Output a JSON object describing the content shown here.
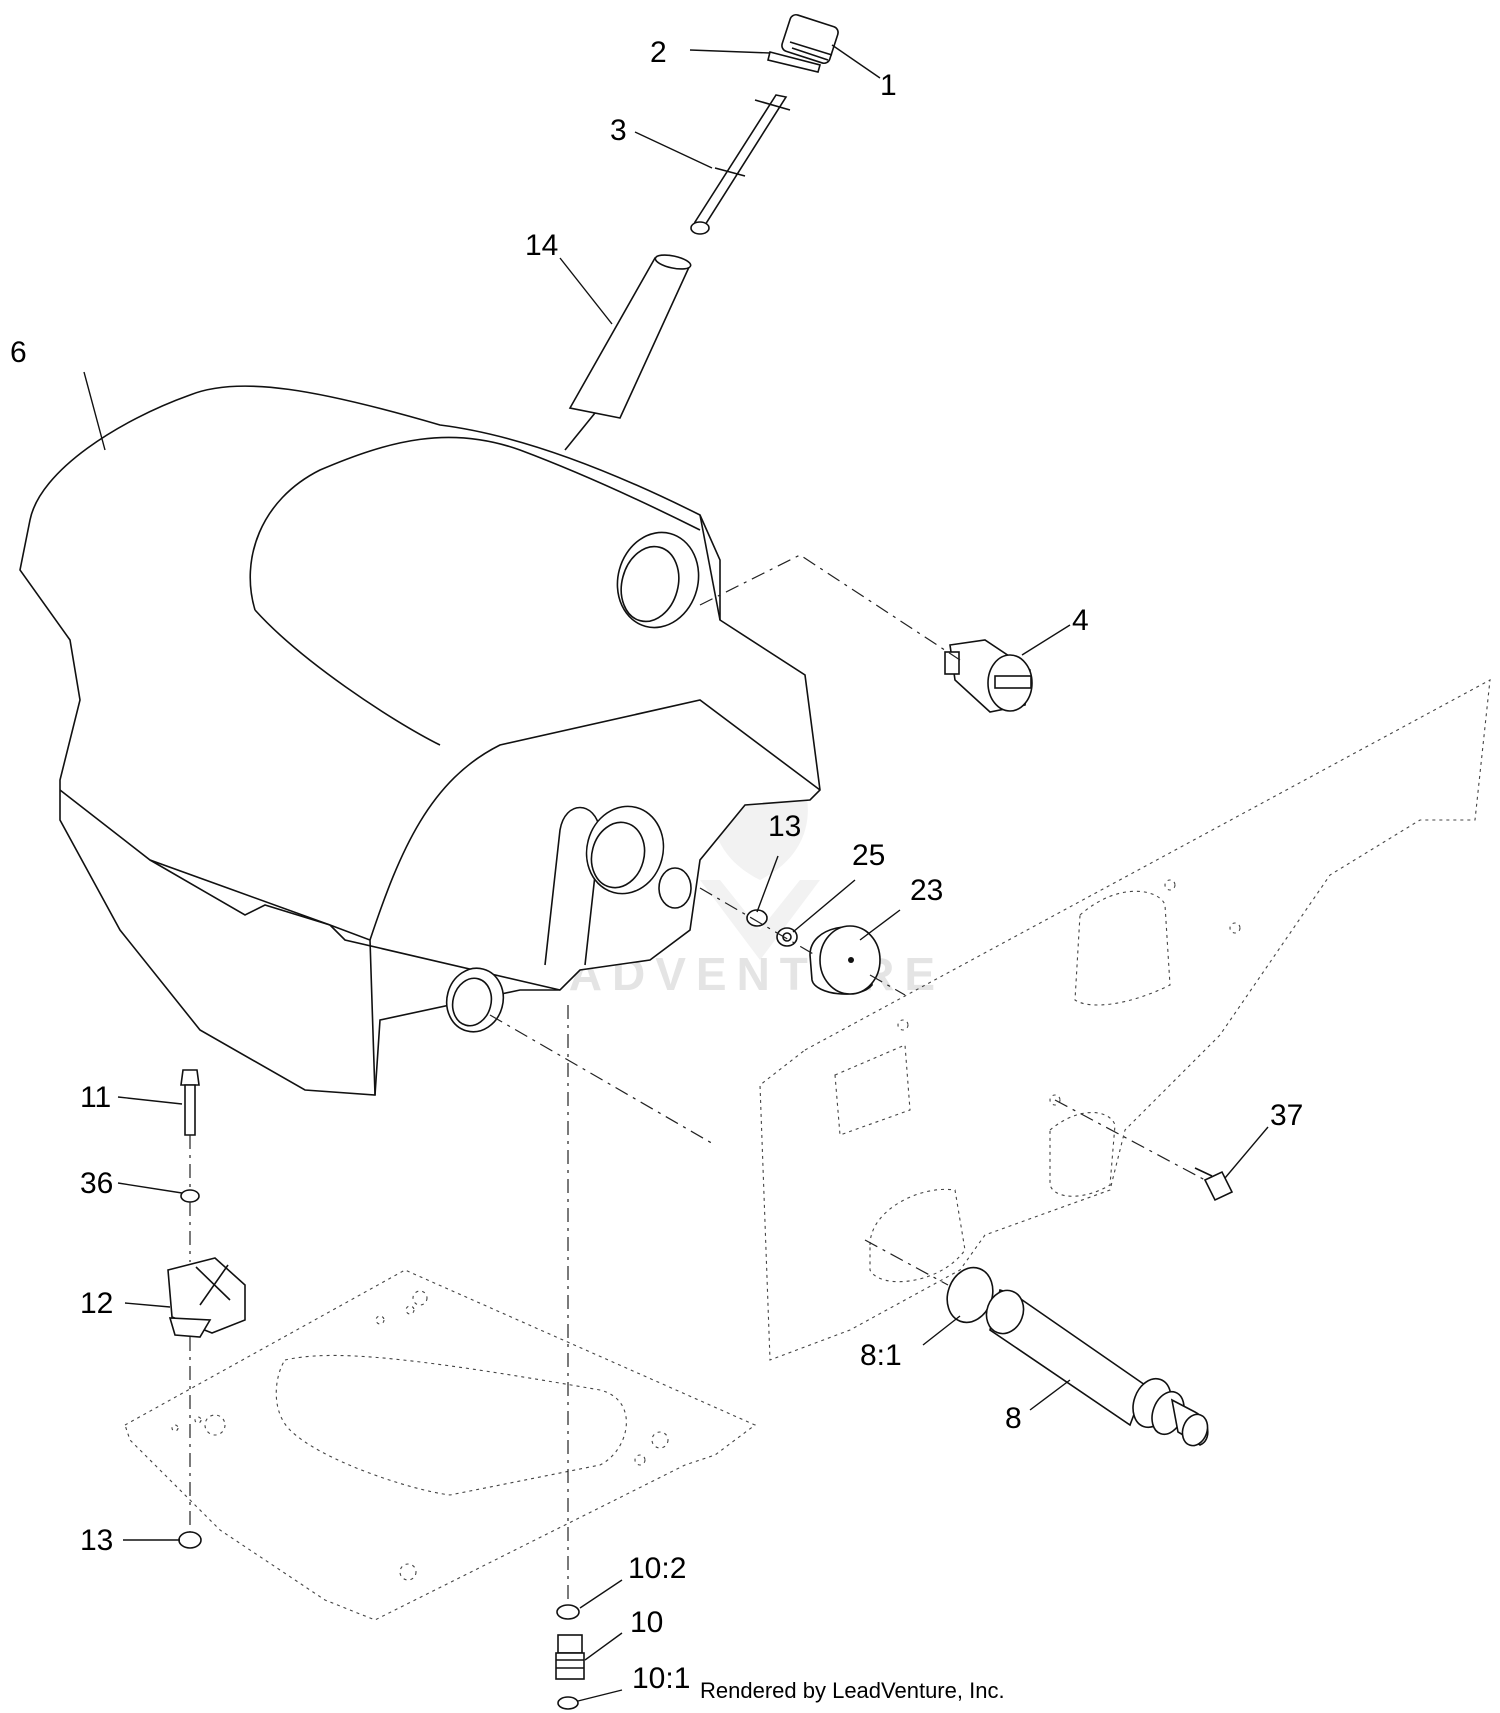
{
  "watermark": "LEADVENTURE",
  "credit": "Rendered by LeadVenture, Inc.",
  "callouts": {
    "c1": "1",
    "c2": "2",
    "c3": "3",
    "c4": "4",
    "c6": "6",
    "c8": "8",
    "c8_1": "8:1",
    "c10": "10",
    "c10_1": "10:1",
    "c10_2": "10:2",
    "c11": "11",
    "c12": "12",
    "c13_top": "13",
    "c13_bottom": "13",
    "c14": "14",
    "c23": "23",
    "c25": "25",
    "c36": "36",
    "c37": "37"
  }
}
